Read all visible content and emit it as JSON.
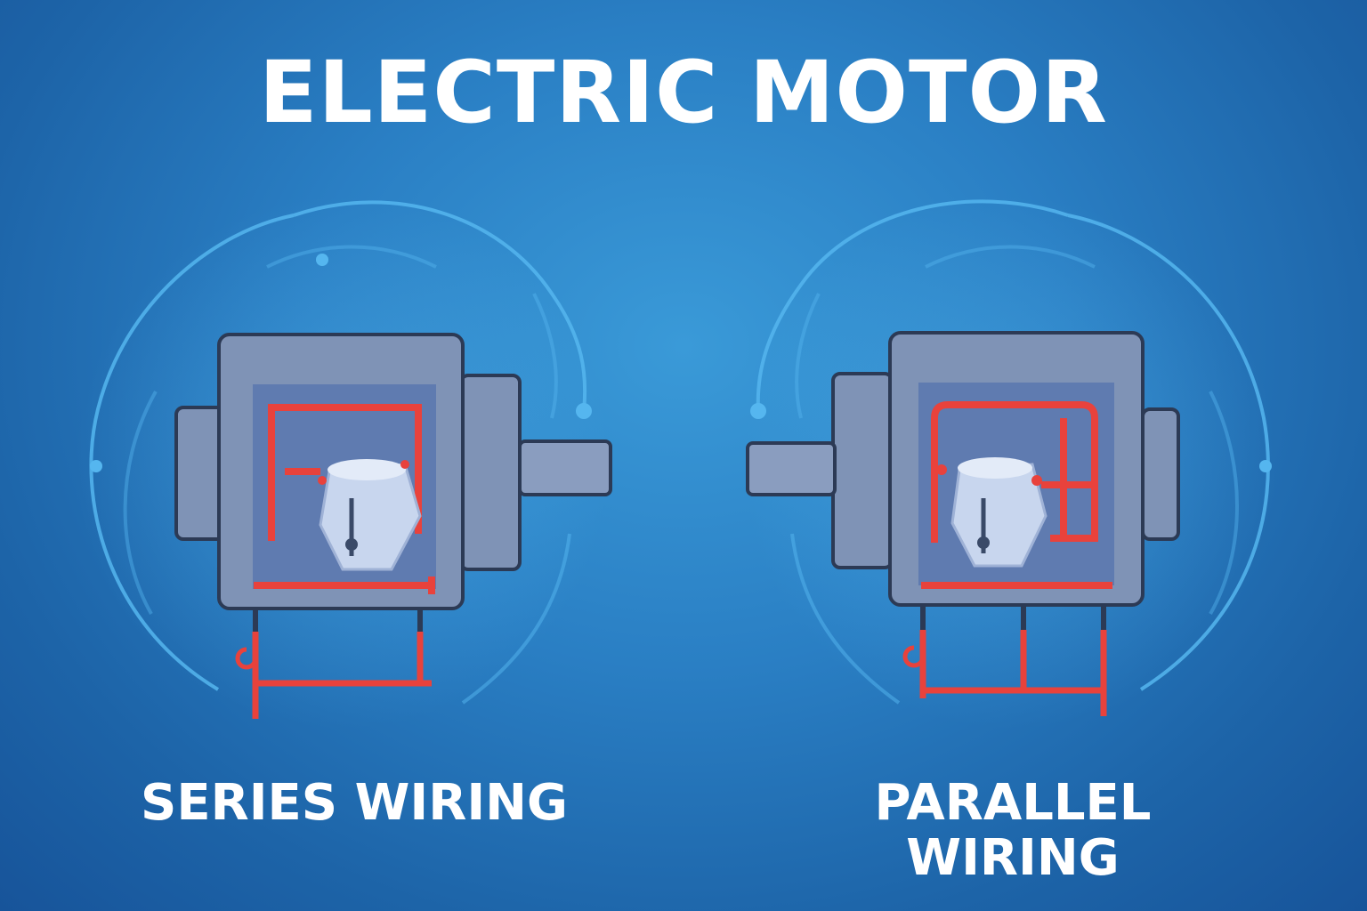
{
  "title": "ELECTRIC MOTOR",
  "panels": {
    "series": {
      "label": "SERIES WIRING"
    },
    "parallel": {
      "label": "PARALLEL WIRING"
    }
  },
  "colors": {
    "background": "#2a7fc4",
    "motor_body": "#7f93b6",
    "motor_outline": "#2c3a55",
    "wiring": "#e8423c",
    "field_lines": "#55b6ef",
    "text": "#ffffff"
  },
  "icons": [
    "motor-icon",
    "rotor-icon",
    "magnetic-field-lines"
  ]
}
